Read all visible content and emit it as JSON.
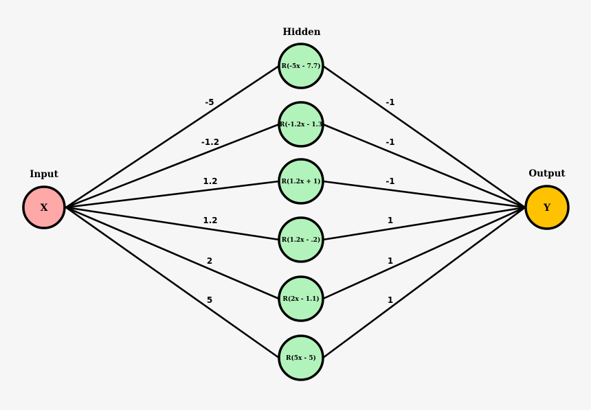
{
  "titles": {
    "input": "Input",
    "hidden": "Hidden",
    "output": "Output"
  },
  "input_node": {
    "label": "X",
    "color": "#ffa8a8"
  },
  "output_node": {
    "label": "Y",
    "color": "#ffc200"
  },
  "hidden_color": "#b2f2bb",
  "hidden_nodes": [
    {
      "label": "R(-5x - 7.7)",
      "in_weight": "-5",
      "out_weight": "-1"
    },
    {
      "label": "R(-1.2x - 1.3",
      "in_weight": "-1.2",
      "out_weight": "-1"
    },
    {
      "label": "R(1.2x + 1)",
      "in_weight": "1.2",
      "out_weight": "-1"
    },
    {
      "label": "R(1.2x - .2)",
      "in_weight": "1.2",
      "out_weight": "1"
    },
    {
      "label": "R(2x - 1.1)",
      "in_weight": "2",
      "out_weight": "1"
    },
    {
      "label": "R(5x - 5)",
      "in_weight": "5",
      "out_weight": "1"
    }
  ]
}
